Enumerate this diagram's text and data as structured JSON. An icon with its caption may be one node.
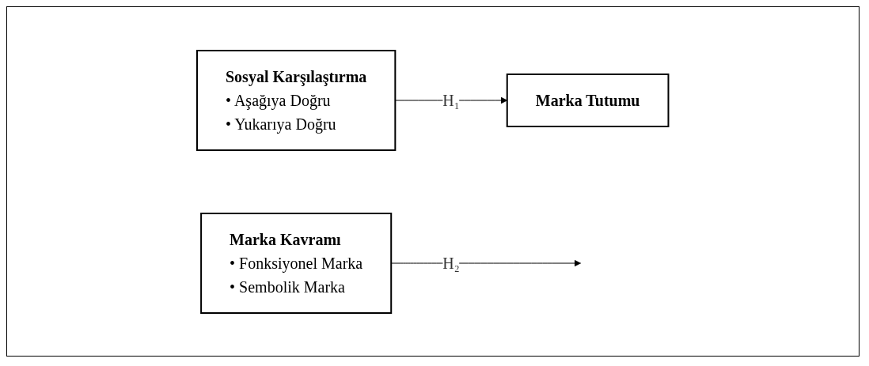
{
  "diagram": {
    "nodes": [
      {
        "text": [
          "Sosyal Karşılaştırma",
          "• Aşağıya Doğru",
          "• Yukarıya Doğru"
        ]
      },
      {
        "text": [
          "Marka Tutumu"
        ]
      },
      {
        "text": [
          "Marka Kavramı",
          "• Fonksiyonel Marka",
          "• Sembolik Marka"
        ]
      }
    ],
    "edges": [
      {
        "from": 0,
        "to": 1,
        "arrow": "to",
        "label": "H₁"
      },
      {
        "from": 2,
        "to": null,
        "arrow": "to",
        "label": "H₂"
      }
    ]
  }
}
